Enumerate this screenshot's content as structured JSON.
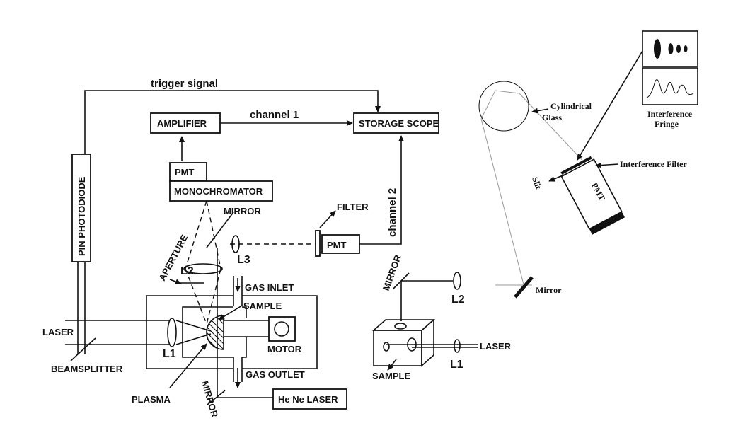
{
  "labels": {
    "trigger_signal": "trigger signal",
    "amplifier": "AMPLIFIER",
    "channel1": "channel 1",
    "storage_scope": "STORAGE SCOPE",
    "pin_photodiode": "PIN PHOTODIODE",
    "pmt_top": "PMT",
    "monochromator": "MONOCHROMATOR",
    "mirror_top": "MIRROR",
    "filter": "FILTER",
    "pmt_right": "PMT",
    "channel2": "channel 2",
    "aperture": "APERTURE",
    "l2": "L2",
    "l3": "L3",
    "gas_inlet": "GAS INLET",
    "sample": "SAMPLE",
    "laser": "LASER",
    "l1": "L1",
    "motor": "MOTOR",
    "beamsplitter": "BEAMSPLITTER",
    "gas_outlet": "GAS OUTLET",
    "plasma": "PLASMA",
    "mirror_bottom": "MIRROR",
    "he_ne_laser": "He Ne LASER",
    "mid_mirror": "MIRROR",
    "mid_l2": "L2",
    "mid_laser": "LASER",
    "mid_sample": "SAMPLE",
    "mid_l1": "L1",
    "cylindrical_glass_1": "Cylindrical",
    "cylindrical_glass_2": "Glass",
    "interference_fringe_1": "Interference",
    "interference_fringe_2": "Fringe",
    "interference_filter": "Interference Filter",
    "slit": "Slit",
    "pmt_tilted": "PMT",
    "mirror_right": "Mirror"
  }
}
